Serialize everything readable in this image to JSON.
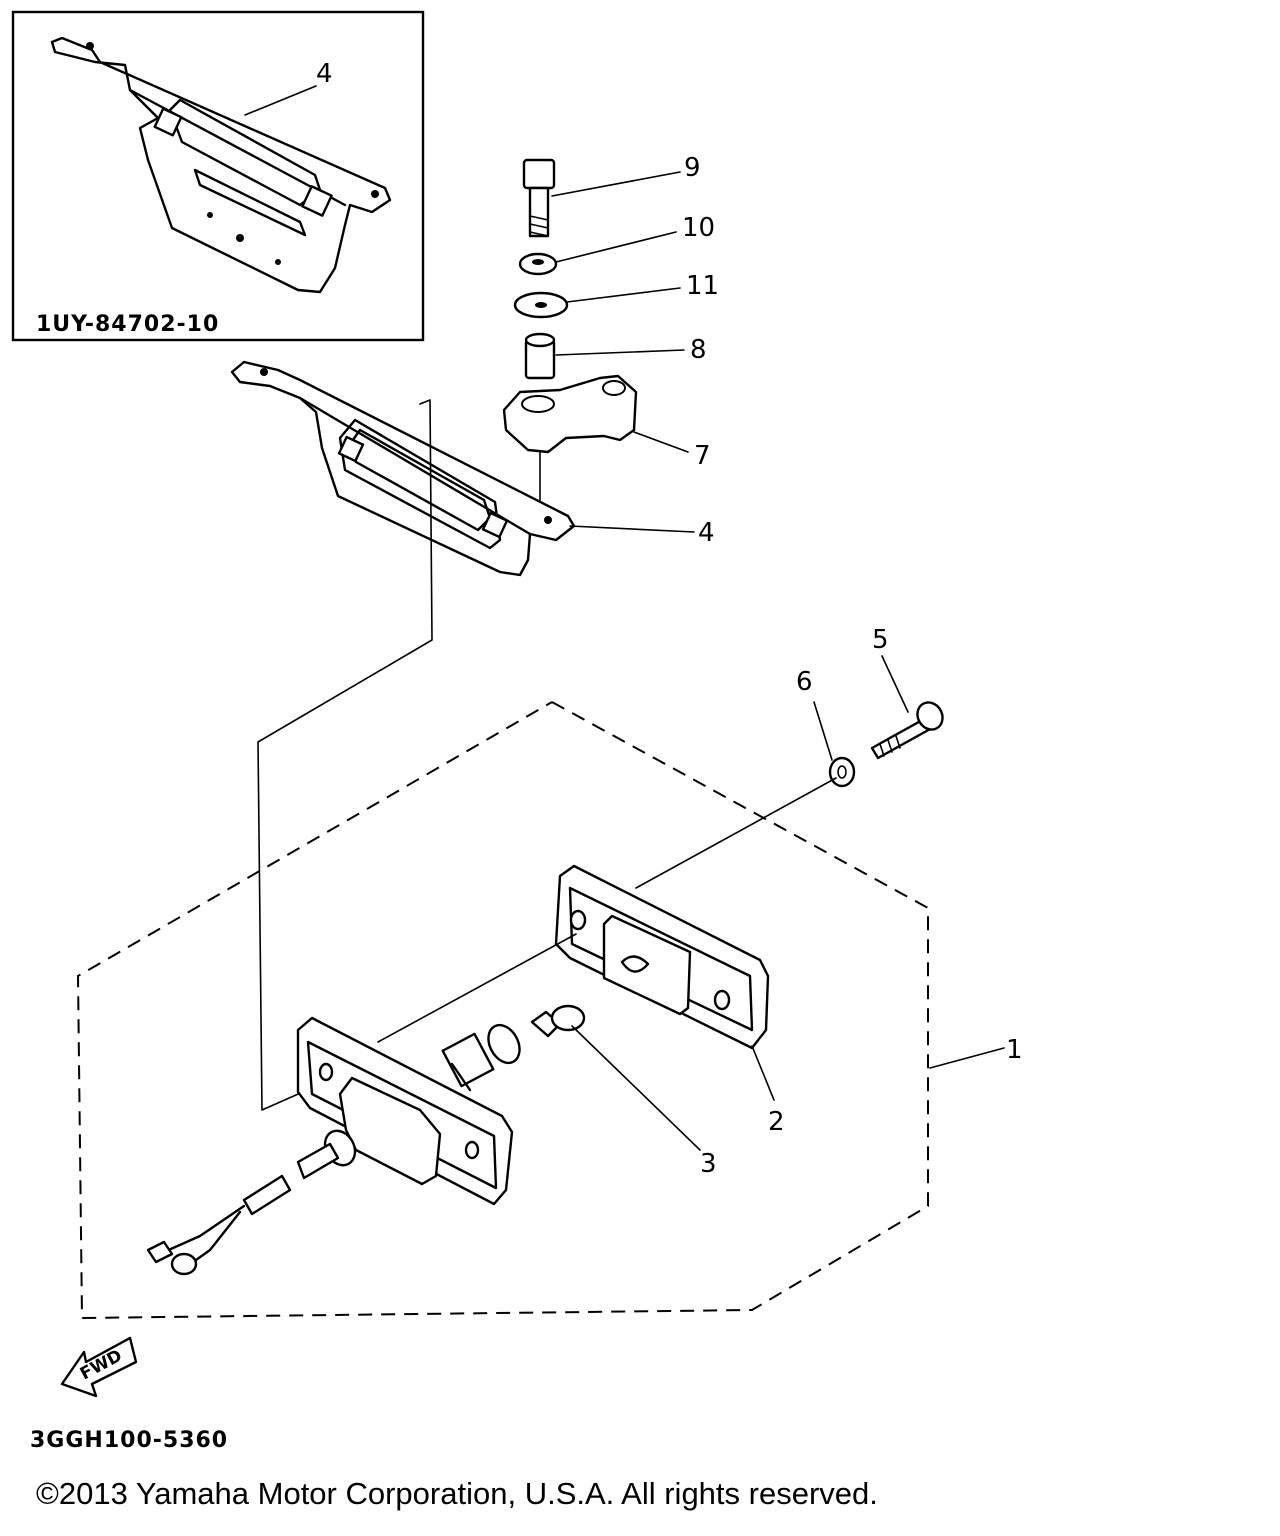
{
  "diagram": {
    "inset_code": "1UY-84702-10",
    "figure_code": "3GGH100-5360",
    "fwd_label": "FWD",
    "callouts": {
      "c1": "1",
      "c2": "2",
      "c3": "3",
      "c4_inset": "4",
      "c4_main": "4",
      "c5": "5",
      "c6": "6",
      "c7": "7",
      "c8": "8",
      "c9": "9",
      "c10": "10",
      "c11": "11"
    }
  },
  "footer": {
    "copyright": "©2013 Yamaha Motor Corporation, U.S.A. All rights reserved."
  }
}
